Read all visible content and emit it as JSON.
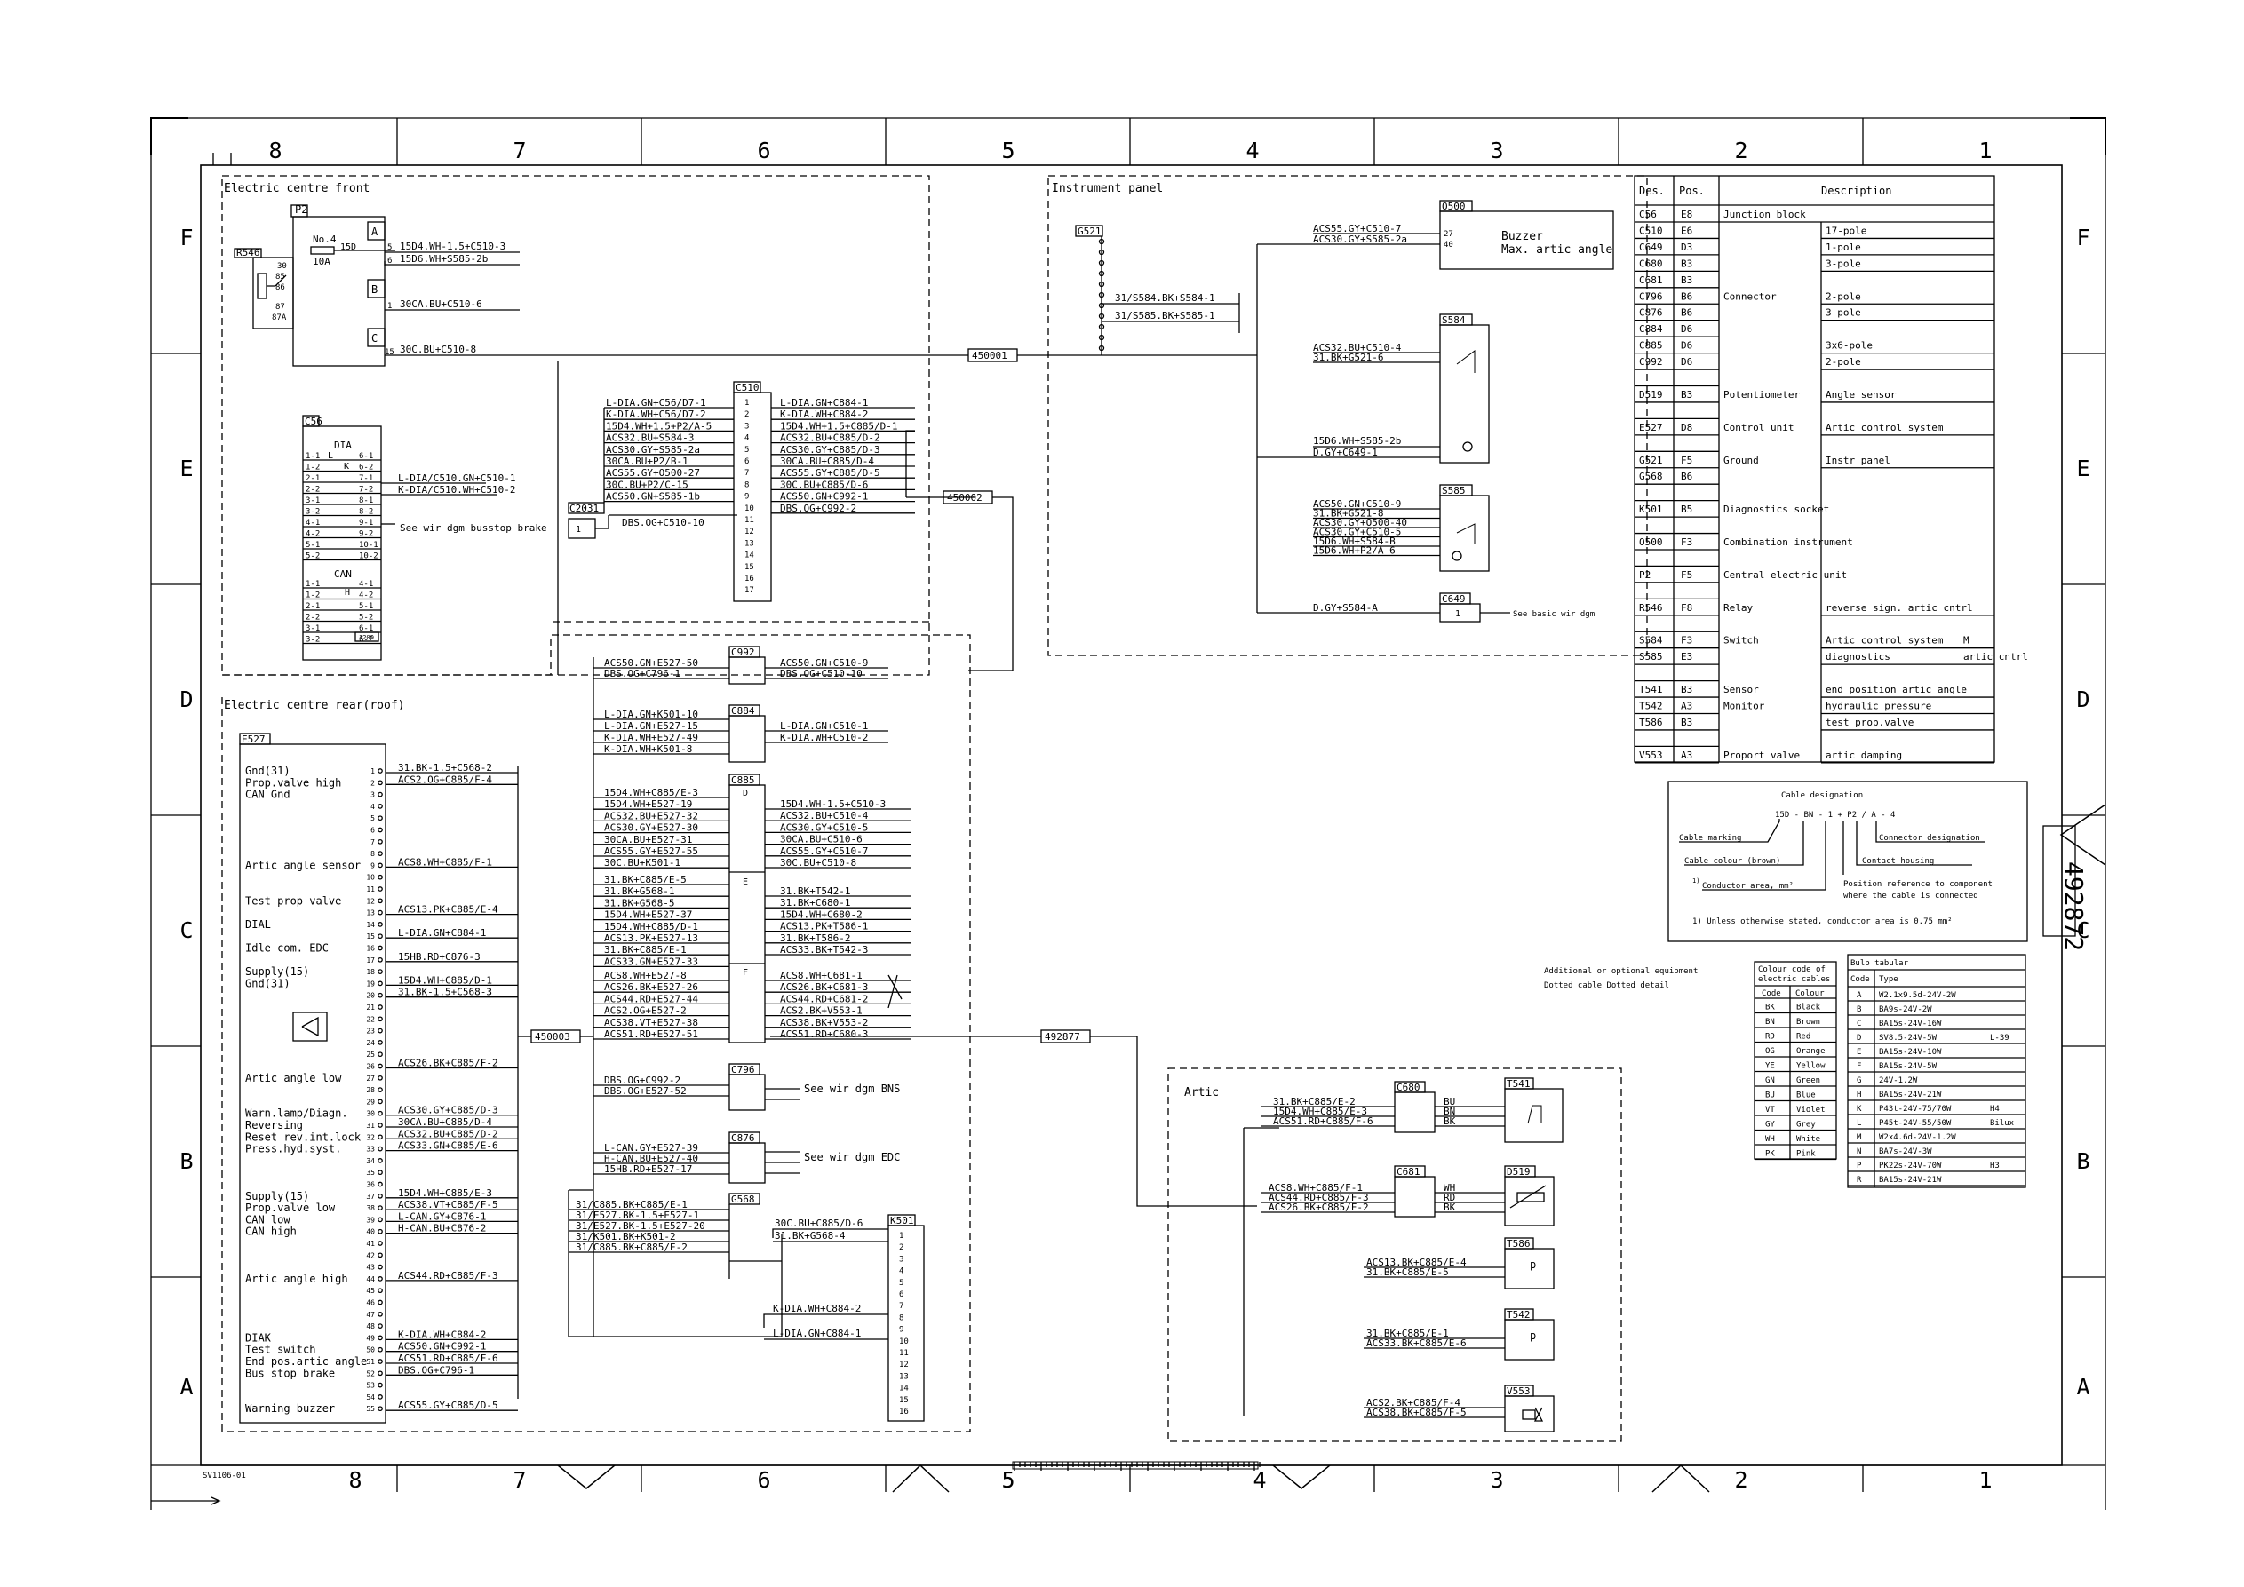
{
  "drawing_number": "492872",
  "sheet_code": "SV1106-01",
  "frame": {
    "columns": [
      "8",
      "7",
      "6",
      "5",
      "4",
      "3",
      "2",
      "1"
    ],
    "rows": [
      "F",
      "E",
      "D",
      "C",
      "B",
      "A"
    ]
  },
  "front": {
    "title": "Electric centre front",
    "p2_label": "P2",
    "fuse_no": "No.4",
    "fuse_amp": "10A",
    "fuse_wire": "15D",
    "r546_label": "R546",
    "r546_pins": [
      "30",
      "85",
      "86",
      "87",
      "87A"
    ],
    "block_a": "A",
    "block_b": "B",
    "block_c": "C",
    "p2_pins": [
      "5",
      "6",
      "1",
      "15"
    ],
    "p2_wires": [
      "15D4.WH-1.5+C510-3",
      "15D6.WH+S585-2b",
      "30CA.BU+C510-6",
      "30C.BU+C510-8"
    ],
    "c56_label": "C56",
    "dia_label": "DIA",
    "can_label": "CAN",
    "dia_rows": [
      "1-1",
      "1-2",
      "2-1",
      "2-2",
      "3-1",
      "3-2",
      "4-1",
      "4-2",
      "5-1",
      "5-2"
    ],
    "dia_right": [
      "6-1",
      "6-2",
      "7-1",
      "7-2",
      "8-1",
      "8-2",
      "9-1",
      "9-2",
      "10-1",
      "10-2"
    ],
    "can_rows": [
      "1-1",
      "1-2",
      "2-1",
      "2-2",
      "3-1",
      "3-2"
    ],
    "can_right": [
      "4-1",
      "4-2",
      "5-1",
      "5-2",
      "6-1",
      "6-2"
    ],
    "can_term": "120Ω",
    "k_mark": "K",
    "h_mark": "H",
    "l_mark": "L",
    "c56_wires": [
      "L-DIA/C510.GN+C510-1",
      "K-DIA/C510.WH+C510-2"
    ],
    "busstop_note": "See wir dgm busstop brake",
    "c2031_label": "C2031",
    "c2031_pin": "1",
    "c2031_wire": "DBS.OG+C510-10",
    "c510_label": "C510",
    "c510_left": [
      "L-DIA.GN+C56/D7-1",
      "K-DIA.WH+C56/D7-2",
      "15D4.WH+1.5+P2/A-5",
      "ACS32.BU+S584-3",
      "ACS30.GY+S585-2a",
      "30CA.BU+P2/B-1",
      "ACS55.GY+O500-27",
      "30C.BU+P2/C-15",
      "ACS50.GN+S585-1b"
    ],
    "c510_right": [
      "L-DIA.GN+C884-1",
      "K-DIA.WH+C884-2",
      "15D4.WH+1.5+C885/D-1",
      "ACS32.BU+C885/D-2",
      "ACS30.GY+C885/D-3",
      "30CA.BU+C885/D-4",
      "ACS55.GY+C885/D-5",
      "30C.BU+C885/D-6",
      "ACS50.GN+C992-1",
      "DBS.OG+C992-2"
    ],
    "c510_pins": [
      "1",
      "2",
      "3",
      "4",
      "5",
      "6",
      "7",
      "8",
      "9",
      "10",
      "11",
      "12",
      "13",
      "14",
      "15",
      "16",
      "17"
    ],
    "bus_450001": "450001",
    "bus_450002": "450002"
  },
  "instrument": {
    "title": "Instrument panel",
    "g521_label": "G521",
    "g521_wires": [
      "31/S584.BK+S584-1",
      "31/S585.BK+S585-1"
    ],
    "o500_label": "O500",
    "o500_wires": [
      "ACS55.GY+C510-7",
      "ACS30.GY+S585-2a"
    ],
    "o500_pins": [
      "27",
      "40"
    ],
    "buzzer": "Buzzer",
    "max_artic": "Max. artic angle",
    "s584_label": "S584",
    "s584_wires": [
      "ACS32.BU+C510-4",
      "31.BK+G521-6",
      "15D6.WH+S585-2b",
      "D.GY+C649-1"
    ],
    "s585_label": "S585",
    "s585_wires": [
      "ACS50.GN+C510-9",
      "31.BK+G521-8",
      "ACS30.GY+O500-40",
      "ACS30.GY+C510-5",
      "15D6.WH+S584-B",
      "15D6.WH+P2/A-6"
    ],
    "c649_label": "C649",
    "c649_pin": "1",
    "c649_wire": "D.GY+S584-A",
    "c649_note": "See basic wir dgm"
  },
  "rear": {
    "title": "Electric centre rear(roof)",
    "e527_label": "E527",
    "e527_funcs": [
      {
        "pin": 1,
        "text": "Gnd(31)"
      },
      {
        "pin": 2,
        "text": "Prop.valve high"
      },
      {
        "pin": 3,
        "text": "CAN Gnd"
      },
      {
        "pin": 9,
        "text": "Artic angle sensor"
      },
      {
        "pin": 12,
        "text": "Test prop valve"
      },
      {
        "pin": 14,
        "text": "DIAL"
      },
      {
        "pin": 16,
        "text": "Idle com. EDC"
      },
      {
        "pin": 18,
        "text": "Supply(15)"
      },
      {
        "pin": 19,
        "text": "Gnd(31)"
      },
      {
        "pin": 27,
        "text": "Artic angle low"
      },
      {
        "pin": 30,
        "text": "Warn.lamp/Diagn."
      },
      {
        "pin": 31,
        "text": "Reversing"
      },
      {
        "pin": 32,
        "text": "Reset rev.int.lock"
      },
      {
        "pin": 33,
        "text": "Press.hyd.syst."
      },
      {
        "pin": 37,
        "text": "Supply(15)"
      },
      {
        "pin": 38,
        "text": "Prop.valve low"
      },
      {
        "pin": 39,
        "text": "CAN low"
      },
      {
        "pin": 40,
        "text": "CAN high"
      },
      {
        "pin": 44,
        "text": "Artic angle high"
      },
      {
        "pin": 49,
        "text": "DIAK"
      },
      {
        "pin": 50,
        "text": "Test switch"
      },
      {
        "pin": 51,
        "text": "End pos.artic angle"
      },
      {
        "pin": 52,
        "text": "Bus stop brake"
      },
      {
        "pin": 55,
        "text": "Warning buzzer"
      }
    ],
    "e527_wires": [
      {
        "pin": 1,
        "text": "31.BK-1.5+C568-2"
      },
      {
        "pin": 2,
        "text": "ACS2.OG+C885/F-4"
      },
      {
        "pin": 9,
        "text": "ACS8.WH+C885/F-1"
      },
      {
        "pin": 13,
        "text": "ACS13.PK+C885/E-4"
      },
      {
        "pin": 15,
        "text": "L-DIA.GN+C884-1"
      },
      {
        "pin": 17,
        "text": "15HB.RD+C876-3"
      },
      {
        "pin": 19,
        "text": "15D4.WH+C885/D-1"
      },
      {
        "pin": 20,
        "text": "31.BK-1.5+C568-3"
      },
      {
        "pin": 26,
        "text": "ACS26.BK+C885/F-2"
      },
      {
        "pin": 30,
        "text": "ACS30.GY+C885/D-3"
      },
      {
        "pin": 31,
        "text": "30CA.BU+C885/D-4"
      },
      {
        "pin": 32,
        "text": "ACS32.BU+C885/D-2"
      },
      {
        "pin": 33,
        "text": "ACS33.GN+C885/E-6"
      },
      {
        "pin": 37,
        "text": "15D4.WH+C885/E-3"
      },
      {
        "pin": 38,
        "text": "ACS38.VT+C885/F-5"
      },
      {
        "pin": 39,
        "text": "L-CAN.GY+C876-1"
      },
      {
        "pin": 40,
        "text": "H-CAN.BU+C876-2"
      },
      {
        "pin": 44,
        "text": "ACS44.RD+C885/F-3"
      },
      {
        "pin": 49,
        "text": "K-DIA.WH+C884-2"
      },
      {
        "pin": 50,
        "text": "ACS50.GN+C992-1"
      },
      {
        "pin": 51,
        "text": "ACS51.RD+C885/F-6"
      },
      {
        "pin": 52,
        "text": "DBS.OG+C796-1"
      },
      {
        "pin": 55,
        "text": "ACS55.GY+C885/D-5"
      }
    ],
    "bus_450003": "450003",
    "bus_492877": "492877",
    "c992_label": "C992",
    "c992_left": [
      "ACS50.GN+E527-50",
      "DBS.OG+C796-1"
    ],
    "c992_right": [
      "ACS50.GN+C510-9",
      "DBS.OG+C510-10"
    ],
    "c884_label": "C884",
    "c884_left": [
      "L-DIA.GN+K501-10",
      "L-DIA.GN+E527-15",
      "K-DIA.WH+E527-49",
      "K-DIA.WH+K501-8"
    ],
    "c884_right": [
      "L-DIA.GN+C510-1",
      "K-DIA.WH+C510-2"
    ],
    "c885_label": "C885",
    "c885d_left": [
      "15D4.WH+C885/E-3",
      "15D4.WH+E527-19",
      "ACS32.BU+E527-32",
      "ACS30.GY+E527-30",
      "30CA.BU+E527-31",
      "ACS55.GY+E527-55",
      "30C.BU+K501-1"
    ],
    "c885d_right": [
      "15D4.WH-1.5+C510-3",
      "ACS32.BU+C510-4",
      "ACS30.GY+C510-5",
      "30CA.BU+C510-6",
      "ACS55.GY+C510-7",
      "30C.BU+C510-8"
    ],
    "c885e_left": [
      "31.BK+C885/E-5",
      "31.BK+G568-1",
      "31.BK+G568-5",
      "15D4.WH+E527-37",
      "15D4.WH+C885/D-1",
      "ACS13.PK+E527-13",
      "31.BK+C885/E-1",
      "ACS33.GN+E527-33"
    ],
    "c885e_right": [
      "31.BK+T542-1",
      "31.BK+C680-1",
      "15D4.WH+C680-2",
      "ACS13.PK+T586-1",
      "31.BK+T586-2",
      "ACS33.BK+T542-3"
    ],
    "c885f_left": [
      "ACS8.WH+E527-8",
      "ACS26.BK+E527-26",
      "ACS44.RD+E527-44",
      "ACS2.OG+E527-2",
      "ACS38.VT+E527-38",
      "ACS51.RD+E527-51"
    ],
    "c885f_right": [
      "ACS8.WH+C681-1",
      "ACS26.BK+C681-3",
      "ACS44.RD+C681-2",
      "ACS2.BK+V553-1",
      "ACS38.BK+V553-2",
      "ACS51.RD+C680-3"
    ],
    "d_mark": "D",
    "e_mark": "E",
    "f_mark": "F",
    "c796_label": "C796",
    "c796_wires": [
      "DBS.OG+C992-2",
      "DBS.OG+E527-52"
    ],
    "c796_note": "See wir dgm BNS",
    "c876_label": "C876",
    "c876_wires": [
      "L-CAN.GY+E527-39",
      "H-CAN.BU+E527-40",
      "15HB.RD+E527-17"
    ],
    "c876_note": "See wir dgm EDC",
    "g568_label": "G568",
    "g568_wires": [
      "31/C885.BK+C885/E-1",
      "31/E527.BK-1.5+E527-1",
      "31/E527.BK-1.5+E527-20",
      "31/K501.BK+K501-2",
      "31/C885.BK+C885/E-2"
    ],
    "k501_label": "K501",
    "k501_wires": [
      "30C.BU+C885/D-6",
      "31.BK+G568-4",
      "K-DIA.WH+C884-2",
      "L-DIA.GN+C884-1"
    ],
    "k501_pins": [
      "1",
      "2",
      "3",
      "4",
      "5",
      "6",
      "7",
      "8",
      "9",
      "10",
      "11",
      "12",
      "13",
      "14",
      "15",
      "16"
    ]
  },
  "artic": {
    "title": "Artic",
    "c680_label": "C680",
    "c680_wires": [
      "31.BK+C885/E-2",
      "15D4.WH+C885/E-3",
      "ACS51.RD+C885/F-6"
    ],
    "c680_colors": [
      "BU",
      "BN",
      "BK"
    ],
    "t541_label": "T541",
    "c681_label": "C681",
    "c681_wires": [
      "ACS8.WH+C885/F-1",
      "ACS44.RD+C885/F-3",
      "ACS26.BK+C885/F-2"
    ],
    "c681_colors": [
      "WH",
      "RD",
      "BK"
    ],
    "d519_label": "D519",
    "t586_label": "T586",
    "t586_wires": [
      "ACS13.BK+C885/E-4",
      "31.BK+C885/E-5"
    ],
    "t542_label": "T542",
    "t542_wires": [
      "31.BK+C885/E-1",
      "ACS33.BK+C885/E-6"
    ],
    "v553_label": "V553",
    "v553_wires": [
      "ACS2.BK+C885/F-4",
      "ACS38.BK+C885/F-5"
    ],
    "p_sym": "p"
  },
  "component_table": {
    "headers": [
      "Des.",
      "Pos.",
      "Description"
    ],
    "rows": [
      {
        "des": "C56",
        "pos": "E8",
        "desc": "Junction block",
        "sub": ""
      },
      {
        "des": "C510",
        "pos": "E6",
        "desc": "",
        "sub": "17-pole"
      },
      {
        "des": "C649",
        "pos": "D3",
        "desc": "",
        "sub": "1-pole"
      },
      {
        "des": "C680",
        "pos": "B3",
        "desc": "",
        "sub": "3-pole"
      },
      {
        "des": "C681",
        "pos": "B3",
        "desc": "",
        "sub": ""
      },
      {
        "des": "C796",
        "pos": "B6",
        "desc": "Connector",
        "sub": "2-pole"
      },
      {
        "des": "C876",
        "pos": "B6",
        "desc": "",
        "sub": "3-pole"
      },
      {
        "des": "C884",
        "pos": "D6",
        "desc": "",
        "sub": ""
      },
      {
        "des": "C885",
        "pos": "D6",
        "desc": "",
        "sub": "3x6-pole"
      },
      {
        "des": "C992",
        "pos": "D6",
        "desc": "",
        "sub": "2-pole"
      },
      {
        "des": "",
        "pos": "",
        "desc": "",
        "sub": ""
      },
      {
        "des": "D519",
        "pos": "B3",
        "desc": "Potentiometer",
        "sub": "Angle sensor"
      },
      {
        "des": "",
        "pos": "",
        "desc": "",
        "sub": ""
      },
      {
        "des": "E527",
        "pos": "D8",
        "desc": "Control unit",
        "sub": "Artic control system"
      },
      {
        "des": "",
        "pos": "",
        "desc": "",
        "sub": ""
      },
      {
        "des": "G521",
        "pos": "F5",
        "desc": "Ground",
        "sub": "Instr panel"
      },
      {
        "des": "G568",
        "pos": "B6",
        "desc": "",
        "sub": ""
      },
      {
        "des": "",
        "pos": "",
        "desc": "",
        "sub": ""
      },
      {
        "des": "K501",
        "pos": "B5",
        "desc": "Diagnostics socket",
        "sub": ""
      },
      {
        "des": "",
        "pos": "",
        "desc": "",
        "sub": ""
      },
      {
        "des": "O500",
        "pos": "F3",
        "desc": "Combination instrument",
        "sub": ""
      },
      {
        "des": "",
        "pos": "",
        "desc": "",
        "sub": ""
      },
      {
        "des": "P2",
        "pos": "F5",
        "desc": "Central electric unit",
        "sub": ""
      },
      {
        "des": "",
        "pos": "",
        "desc": "",
        "sub": ""
      },
      {
        "des": "R546",
        "pos": "F8",
        "desc": "Relay",
        "sub": "reverse sign. artic cntrl"
      },
      {
        "des": "",
        "pos": "",
        "desc": "",
        "sub": ""
      },
      {
        "des": "S584",
        "pos": "F3",
        "desc": "Switch",
        "sub": "Artic control system",
        "extra": "M"
      },
      {
        "des": "S585",
        "pos": "E3",
        "desc": "",
        "sub": "diagnostics",
        "extra": "artic cntrl"
      },
      {
        "des": "",
        "pos": "",
        "desc": "",
        "sub": ""
      },
      {
        "des": "T541",
        "pos": "B3",
        "desc": "Sensor",
        "sub": "end position artic angle"
      },
      {
        "des": "T542",
        "pos": "A3",
        "desc": "Monitor",
        "sub": "hydraulic pressure"
      },
      {
        "des": "T586",
        "pos": "B3",
        "desc": "",
        "sub": "test prop.valve"
      },
      {
        "des": "",
        "pos": "",
        "desc": "",
        "sub": ""
      },
      {
        "des": "V553",
        "pos": "A3",
        "desc": "Proport valve",
        "sub": "artic damping"
      }
    ]
  },
  "cable_designation": {
    "title": "Cable designation",
    "example": "15D - BN - 1 + P2 / A - 4",
    "cable_marking": "Cable marking",
    "cable_colour": "Cable colour (brown)",
    "conductor_area": "Conductor area, mm²",
    "conductor_note_mark": "1)",
    "connector_designation": "Connector designation",
    "contact_housing": "Contact housing",
    "position_reference": "Position reference to component",
    "position_reference_2": "where the cable is connected",
    "footnote": "1) Unless otherwise stated, conductor area is 0.75 mm²"
  },
  "notes": {
    "additional": "Additional or optional equipment",
    "dotted": "Dotted cable  Dotted detail"
  },
  "colour_code": {
    "title_1": "Colour code of",
    "title_2": "electric cables",
    "headers": [
      "Code",
      "Colour"
    ],
    "rows": [
      [
        "BK",
        "Black"
      ],
      [
        "BN",
        "Brown"
      ],
      [
        "RD",
        "Red"
      ],
      [
        "OG",
        "Orange"
      ],
      [
        "YE",
        "Yellow"
      ],
      [
        "GN",
        "Green"
      ],
      [
        "BU",
        "Blue"
      ],
      [
        "VT",
        "Violet"
      ],
      [
        "GY",
        "Grey"
      ],
      [
        "WH",
        "White"
      ],
      [
        "PK",
        "Pink"
      ]
    ]
  },
  "bulb_table": {
    "title": "Bulb tabular",
    "headers": [
      "Code",
      "Type"
    ],
    "rows": [
      [
        "A",
        "W2.1x9.5d-24V-2W",
        ""
      ],
      [
        "B",
        "BA9s-24V-2W",
        ""
      ],
      [
        "C",
        "BA15s-24V-16W",
        ""
      ],
      [
        "D",
        "SV8.5-24V-5W",
        "L-39"
      ],
      [
        "E",
        "BA15s-24V-10W",
        ""
      ],
      [
        "F",
        "BA15s-24V-5W",
        ""
      ],
      [
        "G",
        "24V-1.2W",
        ""
      ],
      [
        "H",
        "BA15s-24V-21W",
        ""
      ],
      [
        "K",
        "P43t-24V-75/70W",
        "H4"
      ],
      [
        "L",
        "P45t-24V-55/50W",
        "Bilux"
      ],
      [
        "M",
        "W2x4.6d-24V-1.2W",
        ""
      ],
      [
        "N",
        "BA7s-24V-3W",
        ""
      ],
      [
        "P",
        "PK22s-24V-70W",
        "H3"
      ],
      [
        "R",
        "BA15s-24V-21W",
        ""
      ]
    ]
  }
}
